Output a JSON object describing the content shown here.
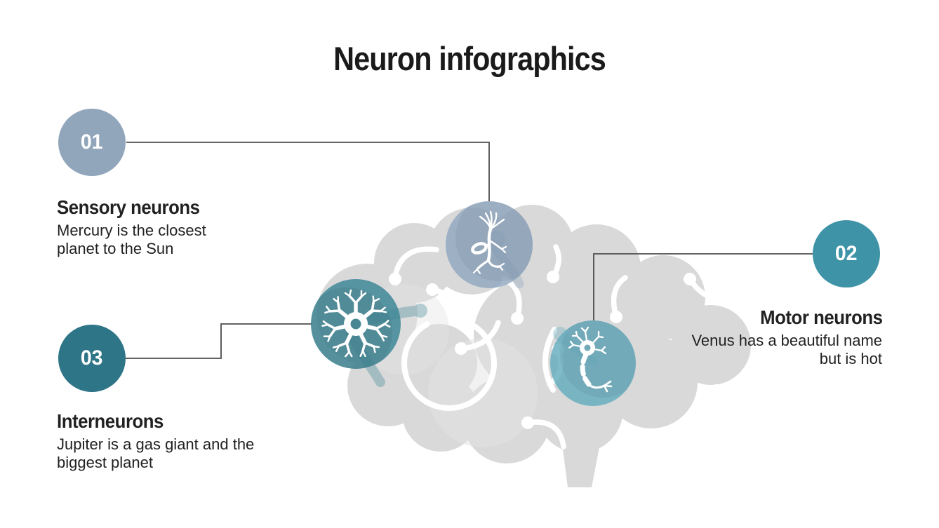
{
  "title": "Neuron infographics",
  "items": [
    {
      "number": "01",
      "heading": "Sensory neurons",
      "body": "Mercury is the closest planet to the Sun",
      "icon": "sensory-neuron-icon",
      "circle_color": "#91a6bb",
      "node_color": "rgba(140,164,190,0.78)",
      "ghost_color": "#8ca3bd"
    },
    {
      "number": "02",
      "heading": "Motor neurons",
      "body": "Venus has a beautiful name but is hot",
      "icon": "motor-neuron-icon",
      "circle_color": "#3e93a7",
      "node_color": "rgba(100,172,190,0.82)",
      "ghost_color": "#64acbe"
    },
    {
      "number": "03",
      "heading": "Interneurons",
      "body": "Jupiter is a gas giant and the biggest planet",
      "icon": "interneuron-icon",
      "circle_color": "#2d7587",
      "node_color": "rgba(62,135,150,0.85)",
      "ghost_color": "#3e8796"
    }
  ],
  "colors": {
    "brain": "#d9d9d9",
    "brain_light": "#e3e3e3",
    "white_lines": "#ffffff",
    "connector": "#4d4d4d",
    "text": "#212121",
    "title": "#1a1a1a"
  }
}
